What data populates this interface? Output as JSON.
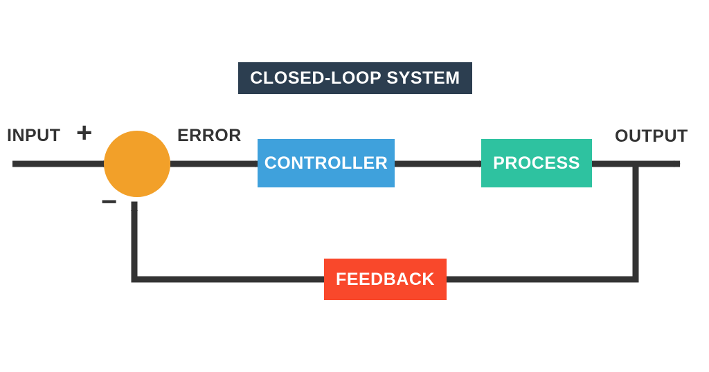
{
  "diagram": {
    "title": "CLOSED-LOOP SYSTEM",
    "type": "control-system-block-diagram",
    "background_color": "#ffffff",
    "wire_color": "#333333",
    "title_banner": {
      "text": "CLOSED-LOOP SYSTEM",
      "background_color": "#2c3e50",
      "text_color": "#ffffff"
    },
    "blocks": [
      {
        "id": "controller",
        "label": "CONTROLLER",
        "color": "#3fa1dc",
        "text_color": "#ffffff"
      },
      {
        "id": "process",
        "label": "PROCESS",
        "color": "#2ec2a0",
        "text_color": "#ffffff"
      },
      {
        "id": "feedback",
        "label": "FEEDBACK",
        "color": "#f9482b",
        "text_color": "#ffffff"
      }
    ],
    "summing_junction": {
      "id": "summing-junction",
      "shape": "circle",
      "color": "#f2a029",
      "plus_sign": "+",
      "minus_sign": "−"
    },
    "signals": [
      {
        "id": "input",
        "label": "INPUT"
      },
      {
        "id": "error",
        "label": "ERROR"
      },
      {
        "id": "output",
        "label": "OUTPUT"
      }
    ],
    "connections": [
      {
        "from": "input",
        "to": "summing-junction"
      },
      {
        "from": "summing-junction",
        "to": "controller",
        "label": "ERROR"
      },
      {
        "from": "controller",
        "to": "process"
      },
      {
        "from": "process",
        "to": "output"
      },
      {
        "from": "output-tap",
        "to": "feedback"
      },
      {
        "from": "feedback",
        "to": "summing-junction",
        "sign": "−"
      }
    ]
  }
}
